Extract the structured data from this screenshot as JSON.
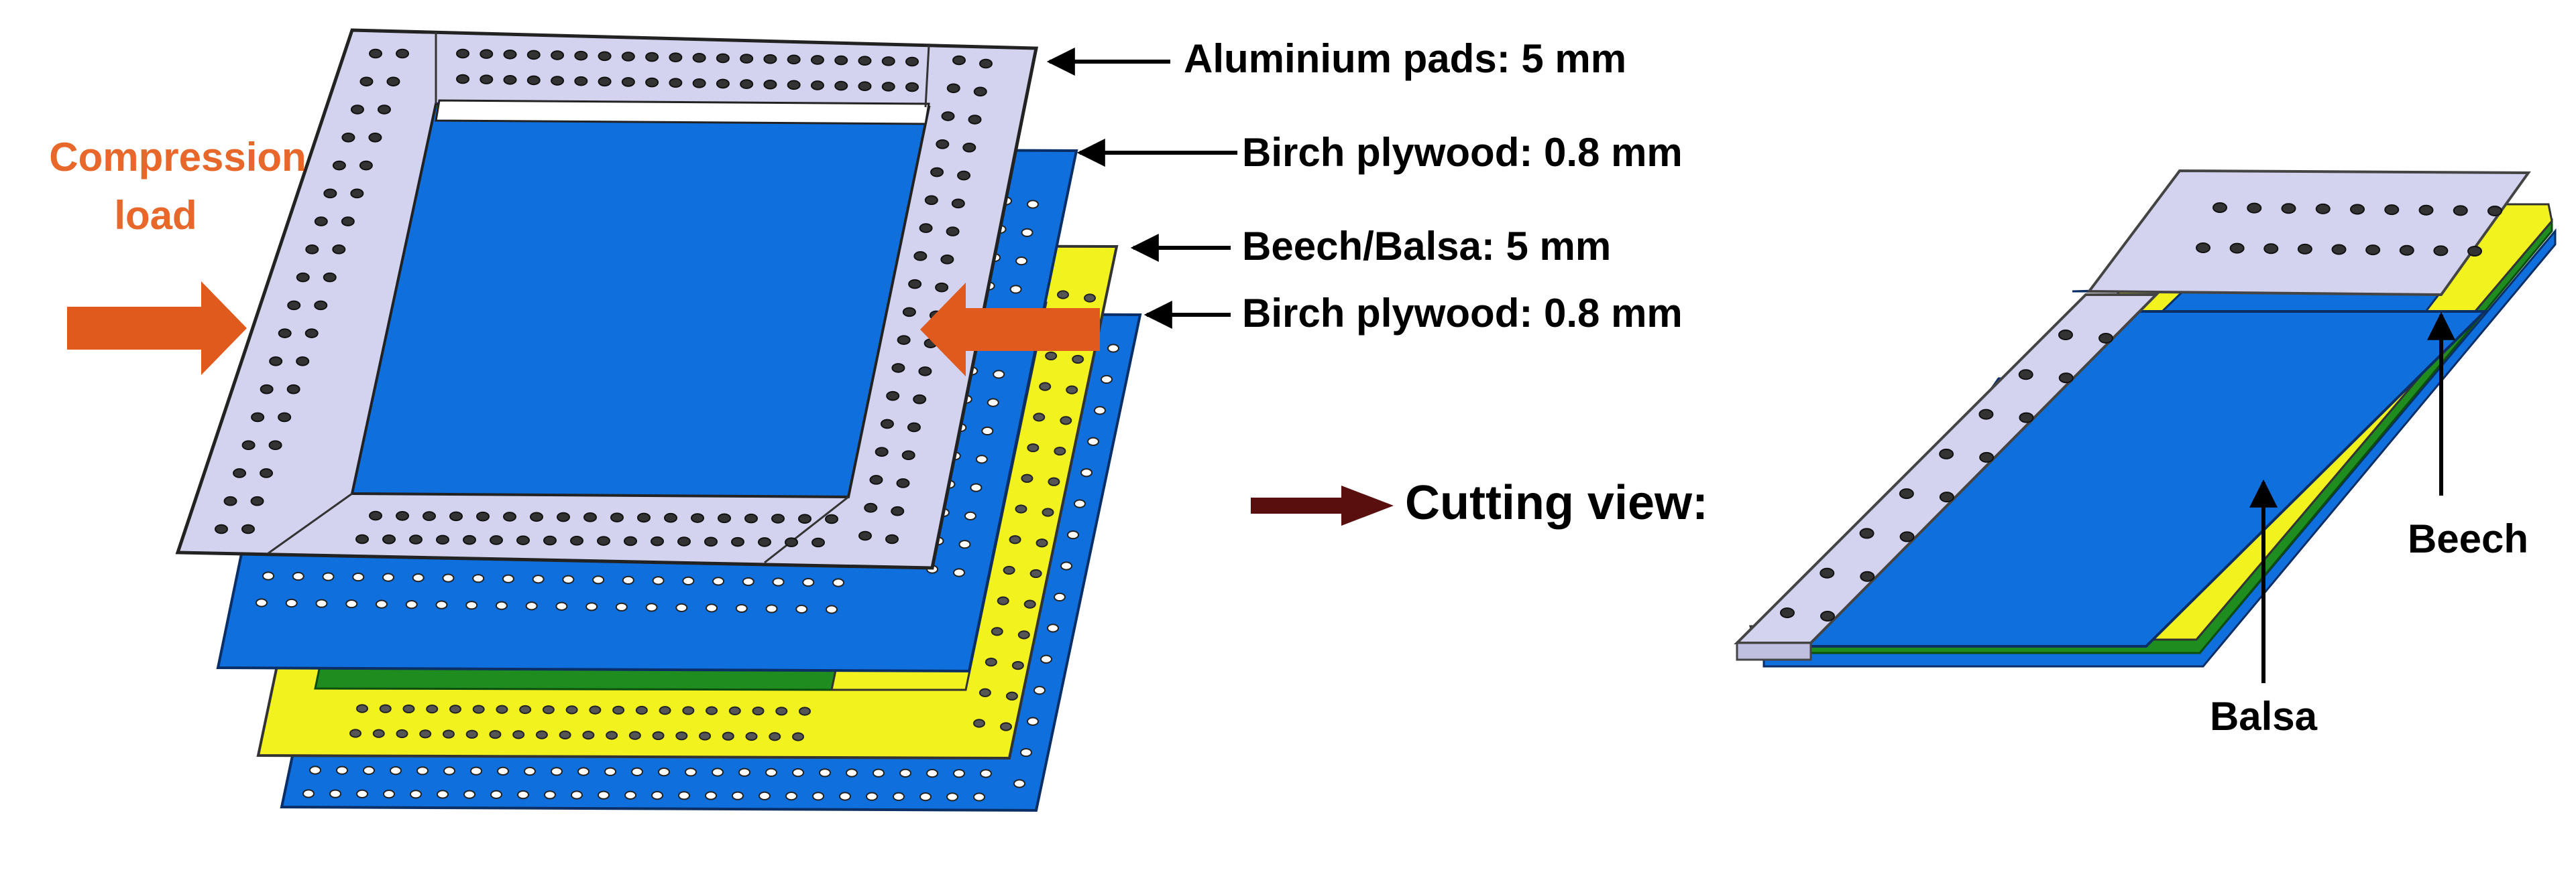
{
  "labels": {
    "aluminium_pads": "Aluminium  pads: 5 mm",
    "birch_top": "Birch plywood:  0.8 mm",
    "beech_balsa": "Beech/Balsa: 5 mm",
    "birch_bottom": "Birch plywood:  0.8 mm",
    "compression_line1": "Compression",
    "compression_line2": "load",
    "cutting_view": "Cutting view:",
    "beech": "Beech",
    "balsa": "Balsa"
  },
  "colors": {
    "aluminium": "#D3D3F0",
    "birch": "#0F6FDC",
    "beech": "#F2F21E",
    "balsa": "#1E8C1E",
    "load_arrow": "#E05A1E",
    "compression_text": "#E8672A",
    "cutting_arrow": "#5A0F0F"
  }
}
